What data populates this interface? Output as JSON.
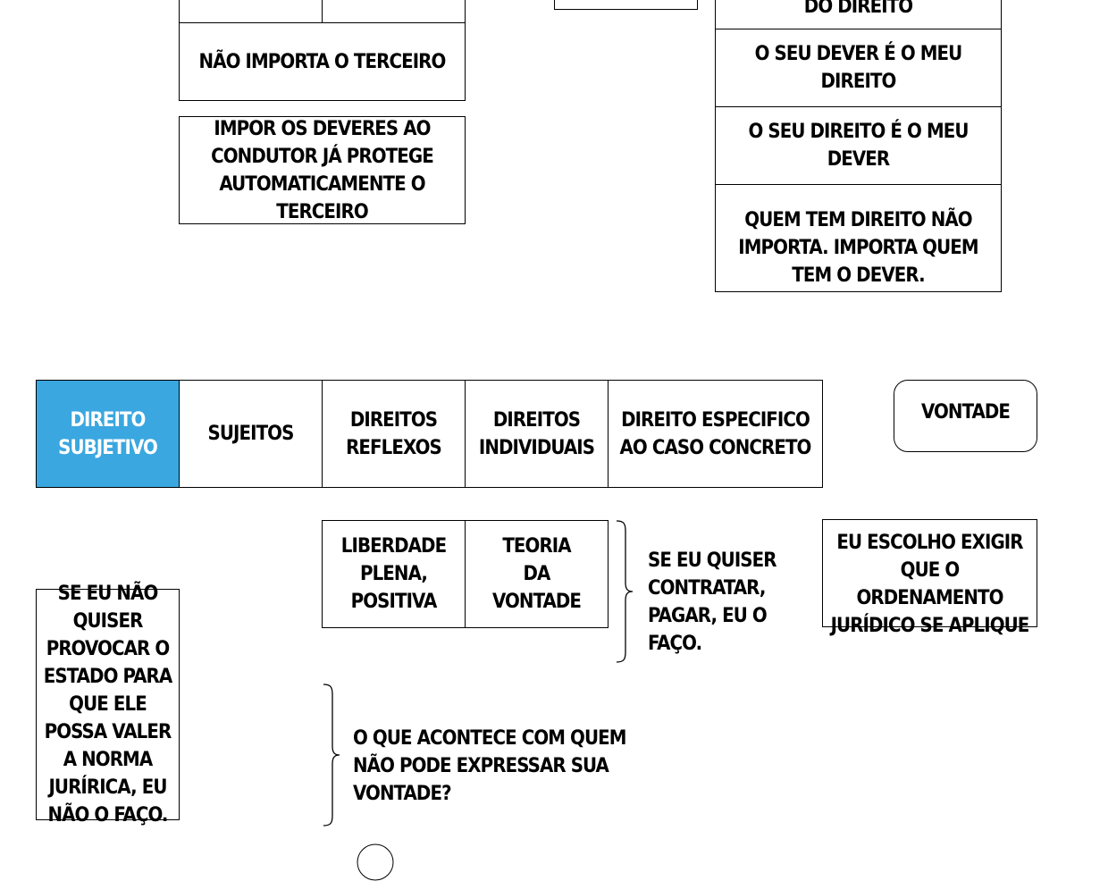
{
  "boxes": {
    "nao_importa_terceiro": "Não importa o terceiro",
    "impor_deveres": "Impor os deveres ao condutor já protege automaticamente o terceiro",
    "do_direito": "do direito",
    "seu_dever_meu_direito": "O seu dever é o meu direito",
    "seu_direito_meu_dever": "O seu direito é o meu dever",
    "quem_tem_direito": "Quem tem direito não importa. Importa quem tem o dever.",
    "direito_subjetivo": "Direito subjetivo",
    "sujeitos": "Sujeitos",
    "direitos_reflexos": "Direitos reflexos",
    "direitos_individuais": "Direitos individuais",
    "direito_especifico": "Direito especifico ao caso concreto",
    "vontade": "Vontade",
    "liberdade_plena": "Liberdade plena, positiva",
    "teoria_vontade": "Teoria da vontade",
    "eu_escolho": "Eu escolho exigir que o ordenamento jurídico se aplique",
    "se_eu_nao_quiser": "Se eu não quiser provocar o Estado para que ele possa valer a norma jurírica, eu não o faço."
  },
  "notes": {
    "se_eu_quiser": "Se eu quiser contratar, pagar, eu o faço.",
    "o_que_acontece": "O que acontece com quem não pode expressar sua vontade?"
  },
  "colors": {
    "accent": "#3aa7e0",
    "border": "#000000",
    "background": "#ffffff"
  }
}
